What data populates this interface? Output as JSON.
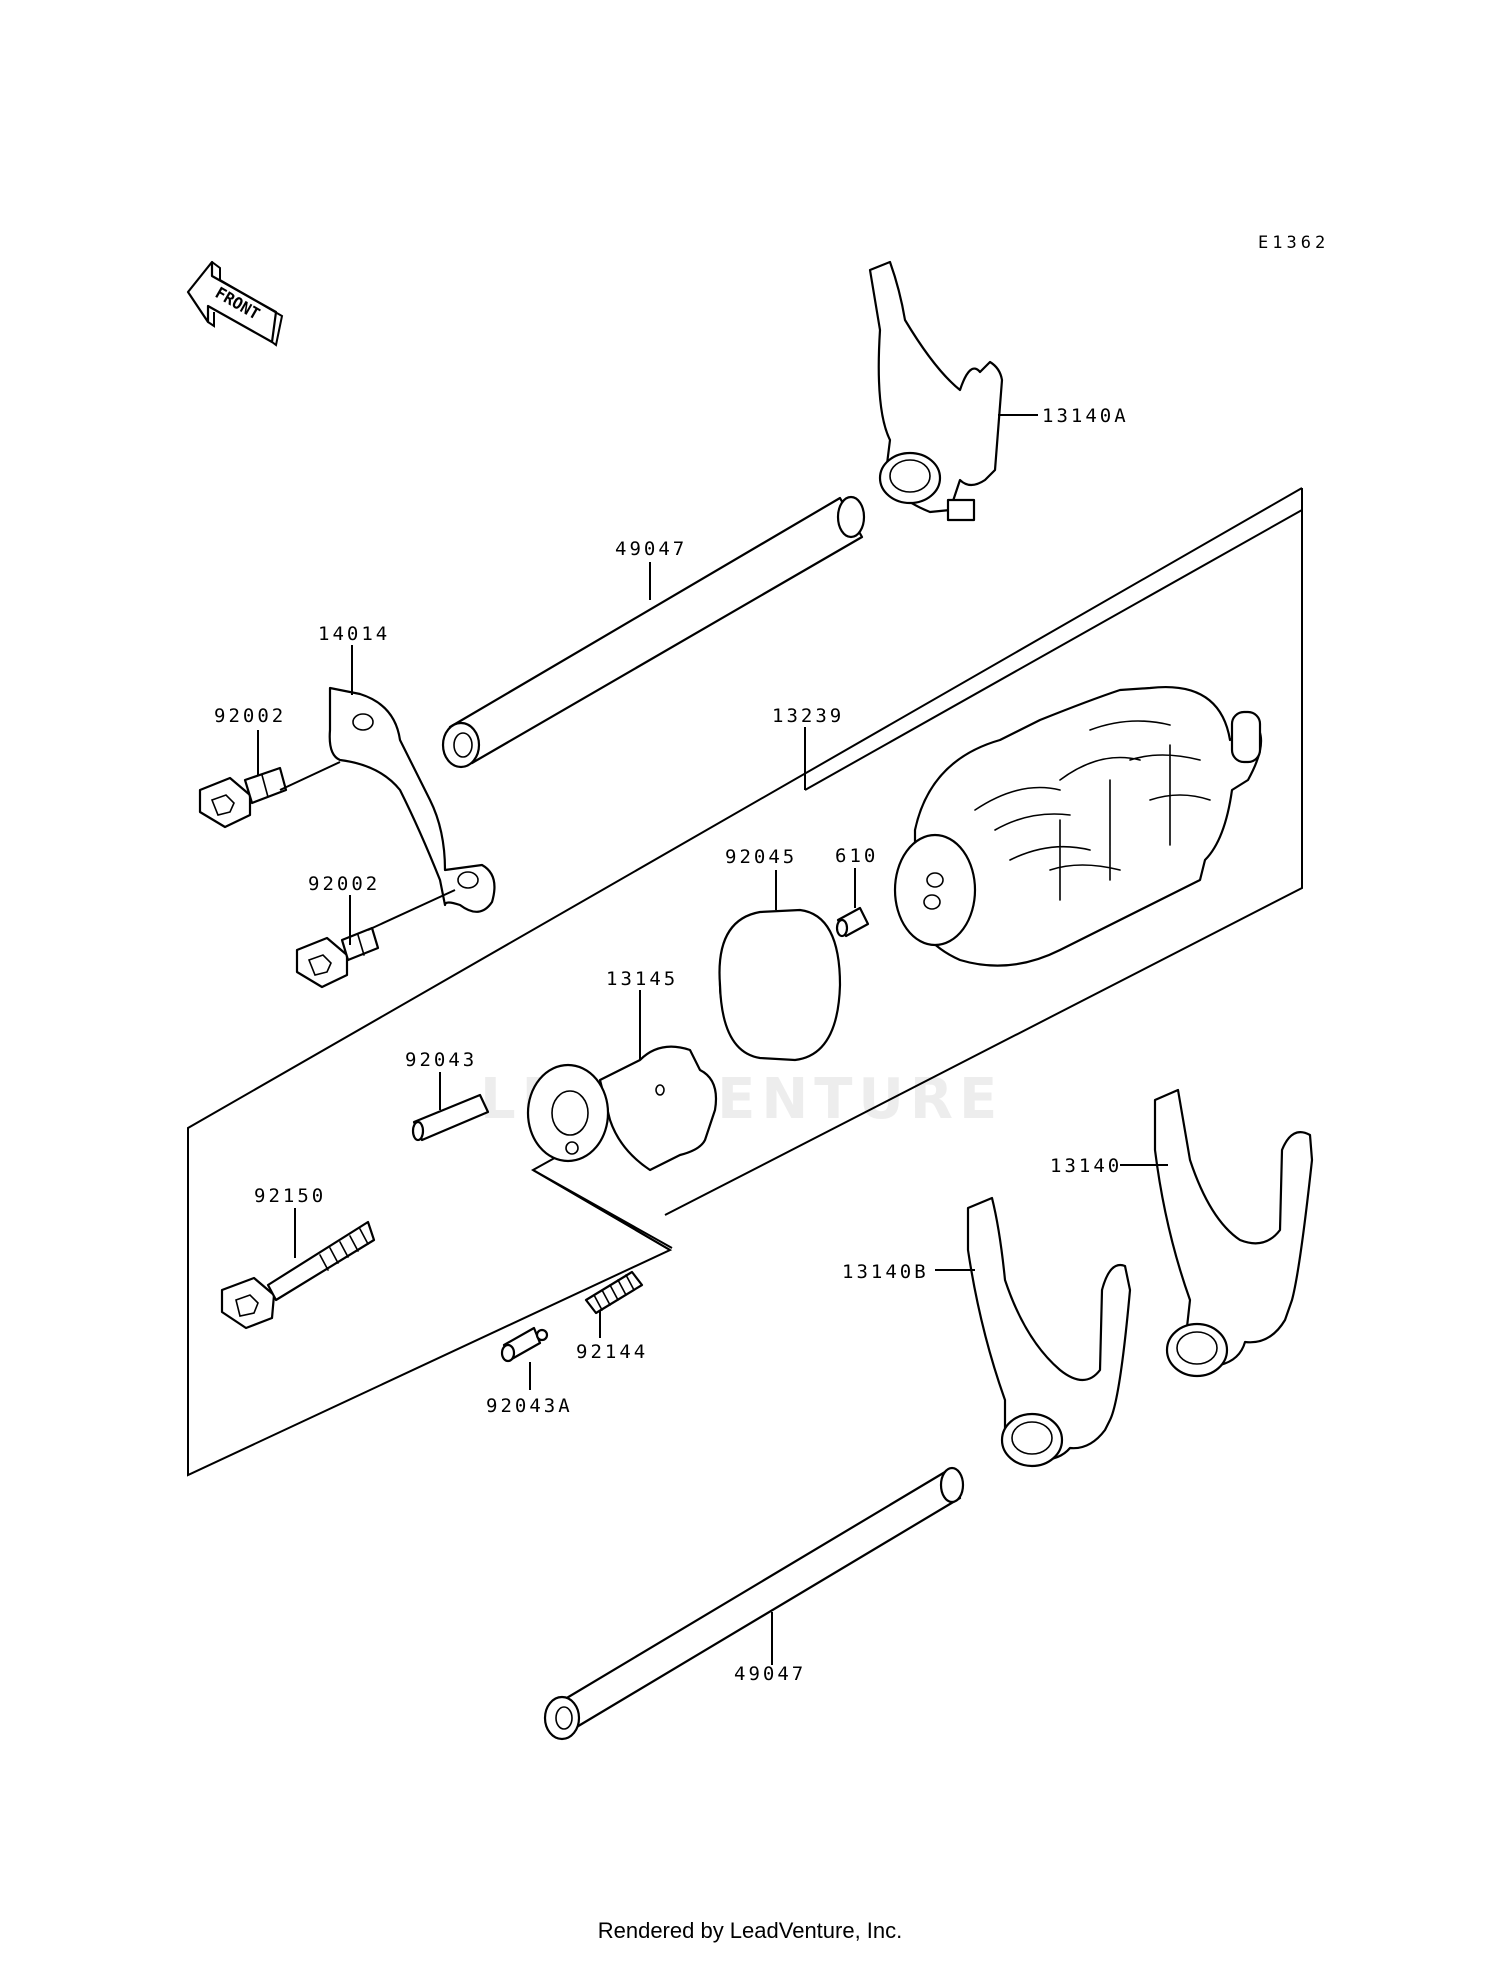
{
  "diagram_code": "E1362",
  "front_arrow_label": "FRONT",
  "watermark": "LEADVENTURE",
  "footer": "Rendered by LeadVenture, Inc.",
  "parts": [
    {
      "id": "13140A",
      "label": "13140A"
    },
    {
      "id": "49047-upper",
      "label": "49047"
    },
    {
      "id": "14014",
      "label": "14014"
    },
    {
      "id": "92002-upper",
      "label": "92002"
    },
    {
      "id": "92002-lower",
      "label": "92002"
    },
    {
      "id": "13239",
      "label": "13239"
    },
    {
      "id": "92045",
      "label": "92045"
    },
    {
      "id": "610",
      "label": "610"
    },
    {
      "id": "13145",
      "label": "13145"
    },
    {
      "id": "92043",
      "label": "92043"
    },
    {
      "id": "92150",
      "label": "92150"
    },
    {
      "id": "92144",
      "label": "92144"
    },
    {
      "id": "92043A",
      "label": "92043A"
    },
    {
      "id": "13140",
      "label": "13140"
    },
    {
      "id": "13140B",
      "label": "13140B"
    },
    {
      "id": "49047-lower",
      "label": "49047"
    }
  ]
}
